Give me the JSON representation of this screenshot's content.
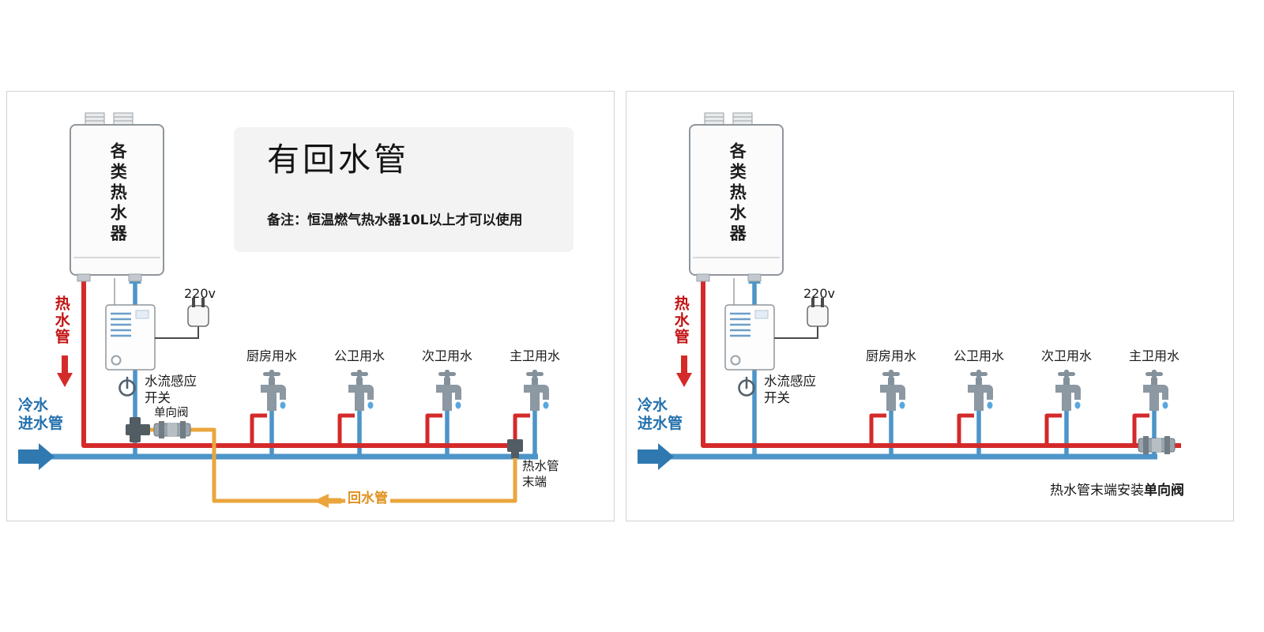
{
  "colors": {
    "hot": "#d42a2a",
    "cold": "#4d94c8",
    "return": "#eaa63c"
  },
  "left_panel": {
    "heater_label": "各类热水器",
    "title": "有回水管",
    "note": "备注：恒温燃气热水器10L以上才可以使用",
    "voltage_label": "220v",
    "hot_pipe_label": "热水管",
    "cold_pipe_line1": "冷水",
    "cold_pipe_line2": "进水管",
    "flow_sensor_line1": "水流感应",
    "flow_sensor_line2": "开关",
    "check_valve_label": "单向阀",
    "faucets": [
      "厨房用水",
      "公卫用水",
      "次卫用水",
      "主卫用水"
    ],
    "return_pipe_label": "回水管",
    "hot_end_line1": "热水管",
    "hot_end_line2": "末端"
  },
  "right_panel": {
    "heater_label": "各类热水器",
    "voltage_label": "220v",
    "hot_pipe_label": "热水管",
    "cold_pipe_line1": "冷水",
    "cold_pipe_line2": "进水管",
    "flow_sensor_line1": "水流感应",
    "flow_sensor_line2": "开关",
    "faucets": [
      "厨房用水",
      "公卫用水",
      "次卫用水",
      "主卫用水"
    ],
    "end_note_prefix": "热水管末端安装",
    "end_note_bold": "单向阀"
  }
}
